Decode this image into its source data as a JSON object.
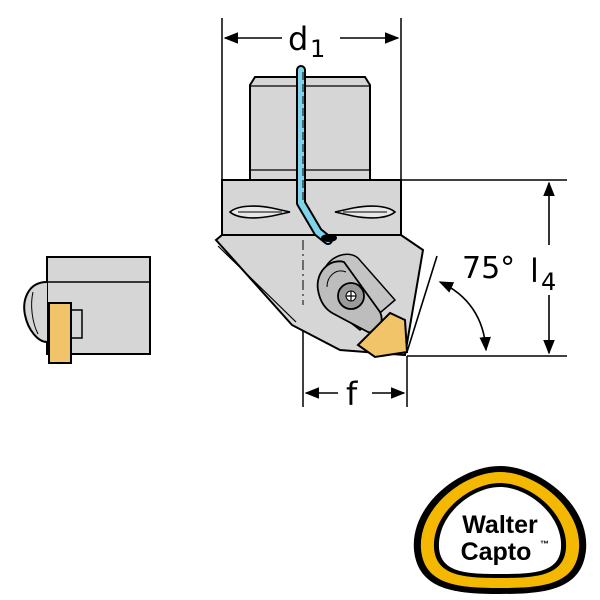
{
  "labels": {
    "d_main": "d",
    "d_sub": "1",
    "l_main": "l",
    "l_sub": "4",
    "angle": "75°",
    "f": "f"
  },
  "logo": {
    "line1": "Walter",
    "line2": "Capto",
    "mark": "™"
  },
  "colors": {
    "body_gray": "#d6d6d6",
    "outline": "#000000",
    "coolant": "#7fd3ea",
    "insert": "#f2c46a",
    "logo_ring": "#f5b800"
  }
}
